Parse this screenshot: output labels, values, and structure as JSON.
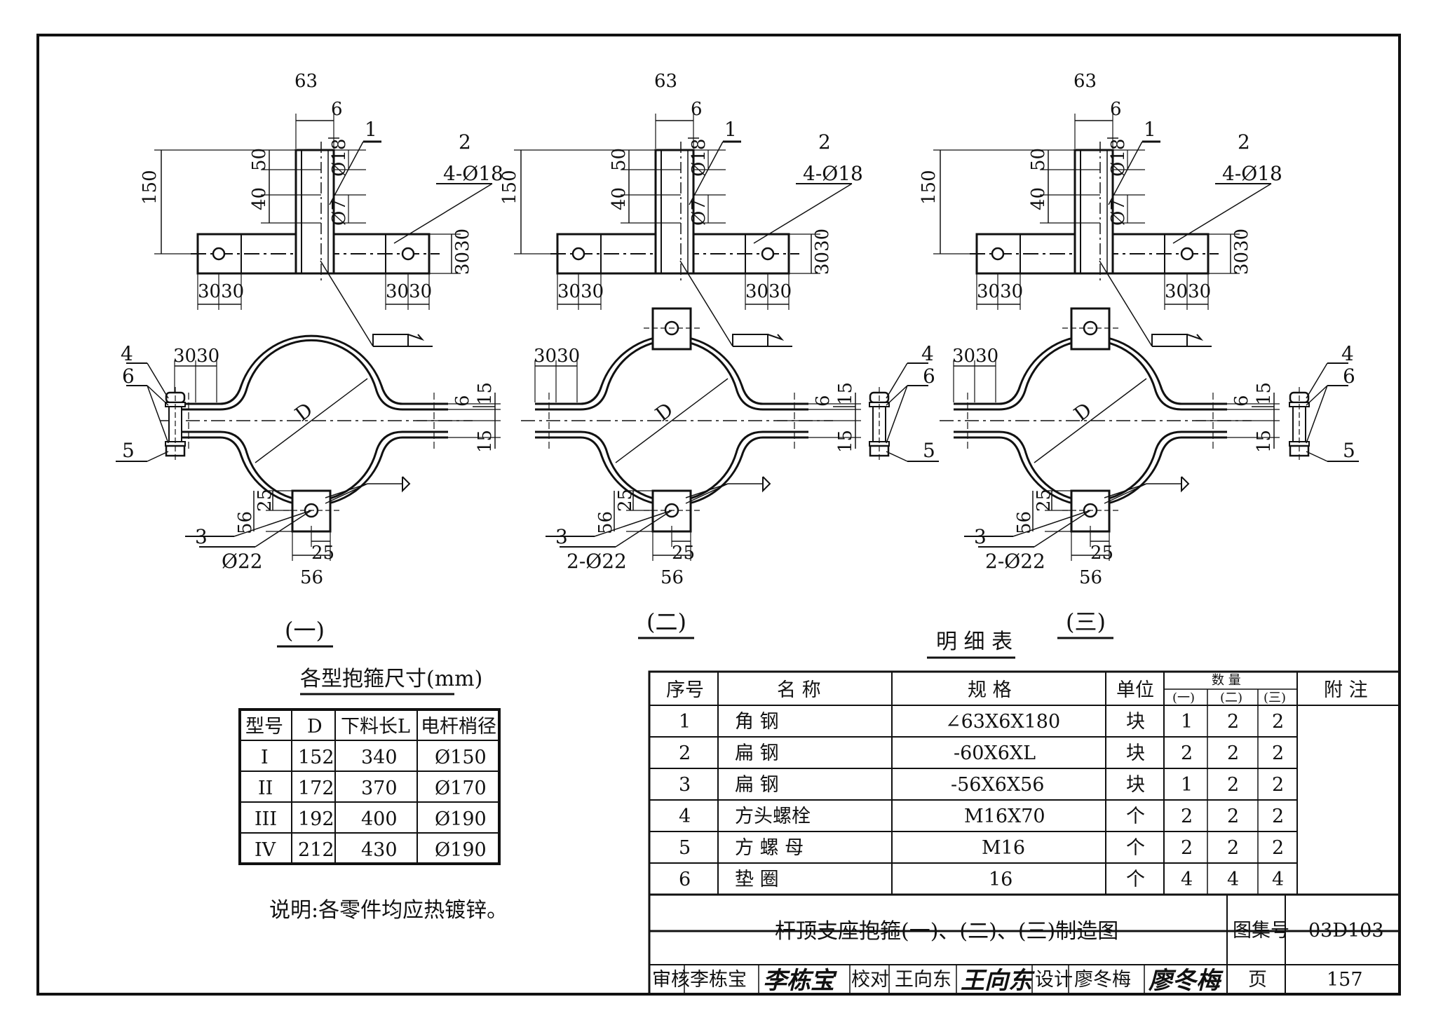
{
  "views": [
    {
      "caption": "(一)",
      "top_dims": {
        "w63": "63",
        "d6": "6",
        "d150": "150",
        "d50": "50",
        "d40": "40",
        "phi18": "Ø18",
        "phi7": "Ø7",
        "holes": "4-Ø18",
        "d3030r": "3030",
        "d3030a": "3030",
        "d3030b": "3030"
      },
      "bottom_dims": {
        "d3030": "3030",
        "d6": "6",
        "d15a": "15",
        "d15b": "15",
        "D": "D",
        "d56": "56",
        "d25": "25",
        "d25b": "25",
        "d56b": "56",
        "bolt_hole": "Ø22"
      },
      "labels": {
        "p1": "1",
        "p2": "2",
        "p3": "3",
        "p4": "4",
        "p5": "5",
        "p6": "6"
      }
    },
    {
      "caption": "(二)",
      "top_dims": {
        "w63": "63",
        "d6": "6",
        "d150": "150",
        "d50": "50",
        "d40": "40",
        "phi18": "Ø18",
        "phi7": "Ø7",
        "holes": "4-Ø18",
        "d3030r": "3030",
        "d3030a": "3030",
        "d3030b": "3030"
      },
      "bottom_dims": {
        "d3030": "3030",
        "d6": "6",
        "d15a": "15",
        "d15b": "15",
        "D": "D",
        "d56": "56",
        "d25": "25",
        "d25b": "25",
        "d56b": "56",
        "bolt_hole": "2-Ø22"
      },
      "labels": {
        "p1": "1",
        "p2": "2",
        "p3": "3",
        "p4": "4",
        "p5": "5",
        "p6": "6"
      }
    },
    {
      "caption": "(三)",
      "top_dims": {
        "w63": "63",
        "d6": "6",
        "d150": "150",
        "d50": "50",
        "d40": "40",
        "phi18": "Ø18",
        "phi7": "Ø7",
        "holes": "4-Ø18",
        "d3030r": "3030",
        "d3030a": "3030",
        "d3030b": "3030"
      },
      "bottom_dims": {
        "d3030": "3030",
        "d6": "6",
        "d15a": "15",
        "d15b": "15",
        "D": "D",
        "d56": "56",
        "d25": "25",
        "d25b": "25",
        "d56b": "56",
        "bolt_hole": "2-Ø22"
      },
      "labels": {
        "p1": "1",
        "p2": "2",
        "p3": "3",
        "p4": "4",
        "p5": "5",
        "p6": "6"
      }
    }
  ],
  "size_table": {
    "title": "各型抱箍尺寸(mm)",
    "headers": [
      "型号",
      "D",
      "下料长L",
      "电杆梢径"
    ],
    "rows": [
      [
        "I",
        "152",
        "340",
        "Ø150"
      ],
      [
        "II",
        "172",
        "370",
        "Ø170"
      ],
      [
        "III",
        "192",
        "400",
        "Ø190"
      ],
      [
        "IV",
        "212",
        "430",
        "Ø190"
      ]
    ]
  },
  "note": "说明:各零件均应热镀锌。",
  "bom": {
    "title": "明 细 表",
    "headers": {
      "no": "序号",
      "name": "名 称",
      "spec": "规 格",
      "unit": "单位",
      "qty": "数 量",
      "q1": "(一)",
      "q2": "(二)",
      "q3": "(三)",
      "remark": "附 注"
    },
    "rows": [
      [
        "1",
        "角 钢",
        "∠63X6X180",
        "块",
        "1",
        "2",
        "2"
      ],
      [
        "2",
        "扁 钢",
        "-60X6XL",
        "块",
        "2",
        "2",
        "2"
      ],
      [
        "3",
        "扁 钢",
        "-56X6X56",
        "块",
        "1",
        "2",
        "2"
      ],
      [
        "4",
        "方头螺栓",
        "M16X70",
        "个",
        "2",
        "2",
        "2"
      ],
      [
        "5",
        "方 螺 母",
        "M16",
        "个",
        "2",
        "2",
        "2"
      ],
      [
        "6",
        "垫 圈",
        "16",
        "个",
        "4",
        "4",
        "4"
      ]
    ]
  },
  "title_block": {
    "drawing_title": "杆顶支座抱箍(一)、(二)、(三)制造图",
    "atlas_label": "图集号",
    "atlas_no": "03D103",
    "page_label": "页",
    "page_no": "157",
    "review_label": "审核",
    "reviewer": "李栋宝",
    "check_label": "校对",
    "checker": "王向东",
    "design_label": "设计",
    "designer": "廖冬梅"
  }
}
